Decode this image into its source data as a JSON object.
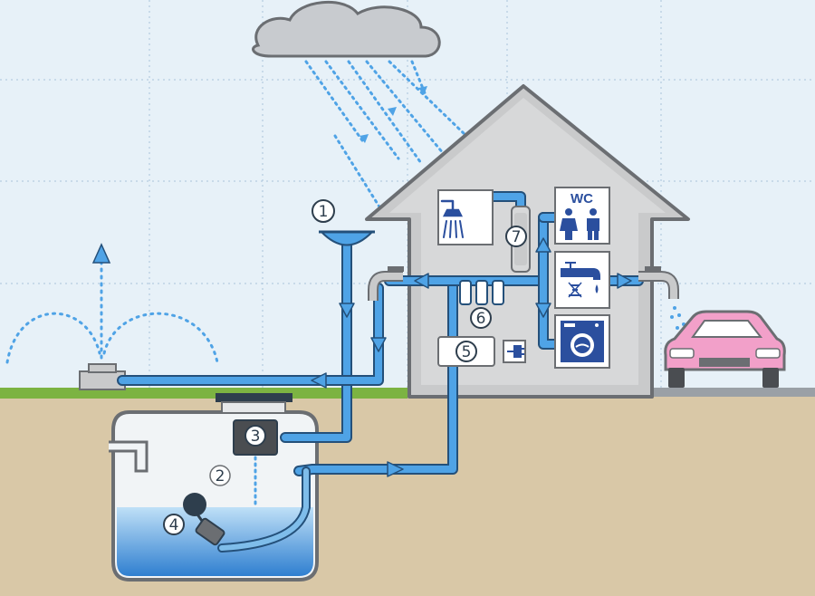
{
  "colors": {
    "sky": "#e7f1f8",
    "grass": "#7cb342",
    "soil": "#d9c8a7",
    "house": "#c9cacb",
    "house_outline": "#6b6e72",
    "pipe": "#4fa3e6",
    "pipe_outline": "#24507a",
    "water": "#3a8fd8",
    "icon_blue": "#2b4f9e",
    "car": "#f2a0c9",
    "cloud": "#c8cbcf"
  },
  "labels": {
    "n1": "1",
    "n2": "2",
    "n3": "3",
    "n4": "4",
    "n5": "5",
    "n6": "6",
    "n7": "7",
    "wc": "WC"
  },
  "icons": {
    "shower": "shower-icon",
    "toilet": "wc-people-icon",
    "tap": "tap-icon",
    "washing_machine": "washing-machine-icon",
    "plug": "plug-icon",
    "sprinkler": "sprinkler-icon",
    "car": "car-icon",
    "cloud": "cloud-icon"
  }
}
